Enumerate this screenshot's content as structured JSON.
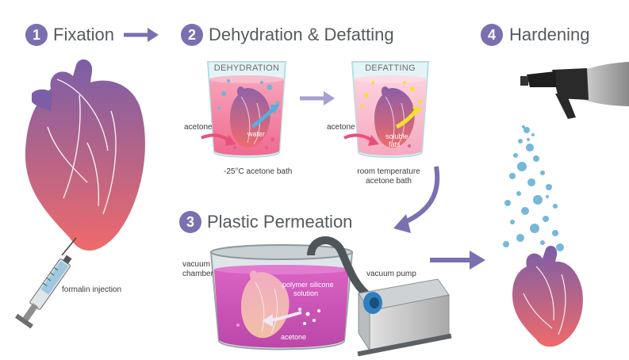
{
  "steps": [
    {
      "number": "1",
      "title": "Fixation"
    },
    {
      "number": "2",
      "title": "Dehydration & Defatting"
    },
    {
      "number": "3",
      "title": "Plastic Permeation"
    },
    {
      "number": "4",
      "title": "Hardening"
    }
  ],
  "labels": {
    "formalin": "formalin injection",
    "dehydration_beaker": "DEHYDRATION",
    "defatting_beaker": "DEFATTING",
    "acetone_left": "acetone",
    "acetone_right": "acetone",
    "water": "water",
    "soluble": "soluble",
    "fats": "fats",
    "bath_cold": "-25°C  acetone bath",
    "bath_room_1": "room temperature",
    "bath_room_2": "acetone bath",
    "vacuum_1": "vacuum",
    "vacuum_2": "chamber",
    "vacuum_pump": "vacuum pump",
    "polymer_1": "polymer silicone",
    "polymer_2": "solution",
    "acetone_chamber": "acetone"
  },
  "colors": {
    "accent": "#7b6fb0",
    "heart_top": "#7b5ea7",
    "heart_bottom": "#ef6a6a",
    "liquid_pink": "#f6a8bf",
    "liquid_magenta": "#d94fb8",
    "bubble_blue": "#6fb6d9",
    "bubble_yellow": "#f2e22a"
  }
}
